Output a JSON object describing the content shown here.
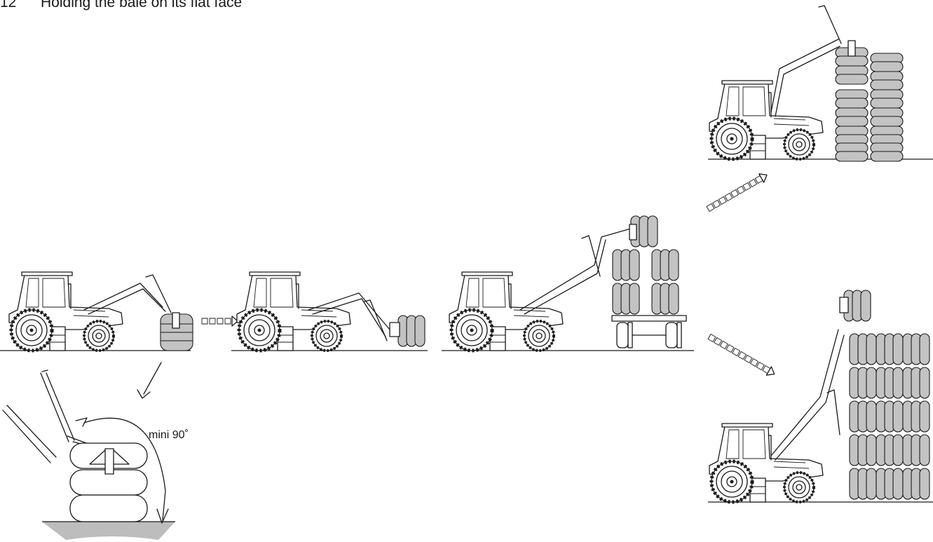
{
  "heading": {
    "number": "12",
    "text": "Holding the bale on its flat face"
  },
  "angle_label": "mini 90˚",
  "icons": [
    "tractor-icon",
    "bale-icon",
    "dashed-arrow-icon",
    "rotation-arrow-icon",
    "trailer-icon"
  ]
}
